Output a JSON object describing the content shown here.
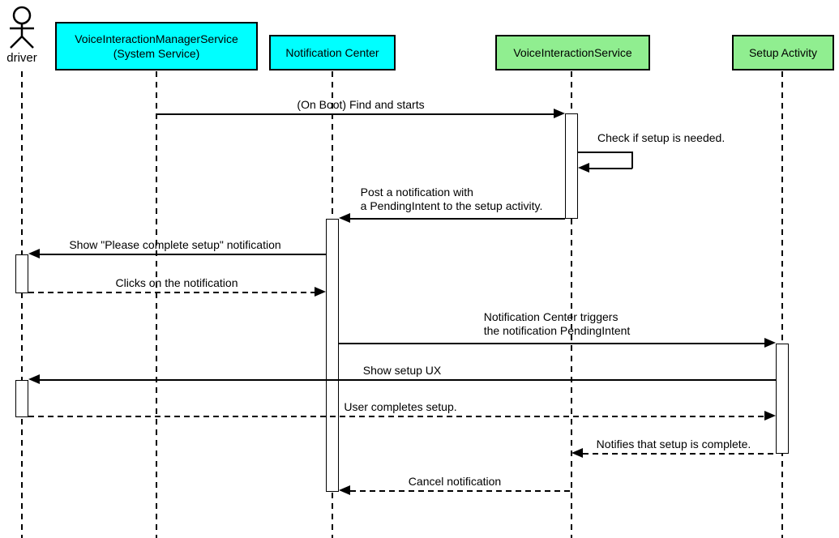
{
  "diagram": {
    "type": "sequence",
    "actor": {
      "label": "driver"
    },
    "participants": [
      {
        "label": "VoiceInteractionManagerService\n(System Service)",
        "fill": "#00ffff"
      },
      {
        "label": "Notification Center",
        "fill": "#00ffff"
      },
      {
        "label": "VoiceInteractionService",
        "fill": "#90ee90"
      },
      {
        "label": "Setup Activity",
        "fill": "#90ee90"
      }
    ],
    "messages": [
      {
        "from": "VoiceInteractionManagerService (System Service)",
        "to": "VoiceInteractionService",
        "style": "solid",
        "label": "(On Boot) Find and starts"
      },
      {
        "from": "VoiceInteractionService",
        "to": "VoiceInteractionService",
        "style": "solid-self",
        "label": "Check if setup is needed."
      },
      {
        "from": "VoiceInteractionService",
        "to": "Notification Center",
        "style": "solid",
        "label": "Post a notification with\na PendingIntent to the setup activity."
      },
      {
        "from": "Notification Center",
        "to": "driver",
        "style": "solid",
        "label": "Show \"Please complete setup\" notification"
      },
      {
        "from": "driver",
        "to": "Notification Center",
        "style": "dashed",
        "label": "Clicks on the notification"
      },
      {
        "from": "Notification Center",
        "to": "Setup Activity",
        "style": "solid",
        "label": "Notification Center triggers\nthe notification PendingIntent"
      },
      {
        "from": "Setup Activity",
        "to": "driver",
        "style": "solid",
        "label": "Show setup UX"
      },
      {
        "from": "driver",
        "to": "Setup Activity",
        "style": "dashed",
        "label": "User completes setup."
      },
      {
        "from": "Setup Activity",
        "to": "VoiceInteractionService",
        "style": "dashed",
        "label": "Notifies that setup is complete."
      },
      {
        "from": "VoiceInteractionService",
        "to": "Notification Center",
        "style": "dashed",
        "label": "Cancel notification"
      }
    ],
    "colors": {
      "system_service_fill": "#00ffff",
      "app_fill": "#90ee90",
      "line": "#000000",
      "background": "#ffffff"
    }
  }
}
